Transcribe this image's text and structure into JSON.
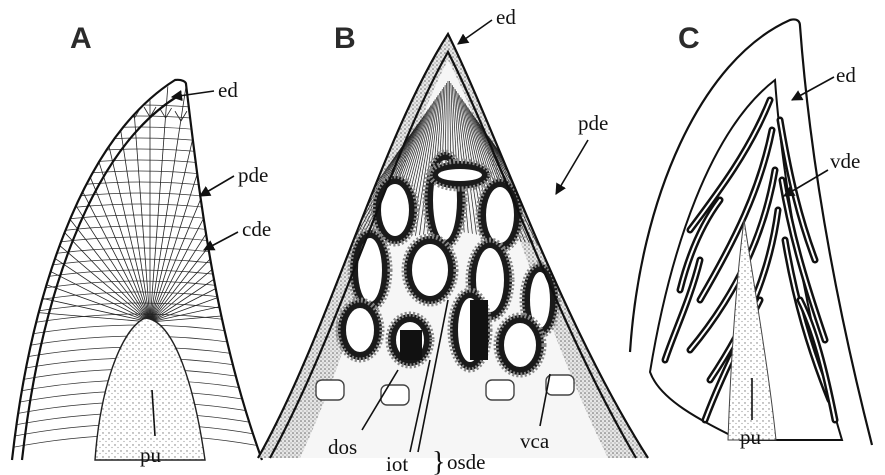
{
  "panels": {
    "a": {
      "letter": "A",
      "labels": {
        "ed": "ed",
        "pde": "pde",
        "cde": "cde",
        "pu": "pu"
      }
    },
    "b": {
      "letter": "B",
      "labels": {
        "ed": "ed",
        "pde": "pde",
        "dos": "dos",
        "iot": "iot",
        "osde": "osde",
        "vca": "vca"
      }
    },
    "c": {
      "letter": "C",
      "labels": {
        "ed": "ed",
        "vde": "vde",
        "pu": "pu"
      }
    }
  },
  "colors": {
    "ink": "#111111",
    "pulp_stipple": "#f2f2f2",
    "enameloid": "#ffffff"
  }
}
